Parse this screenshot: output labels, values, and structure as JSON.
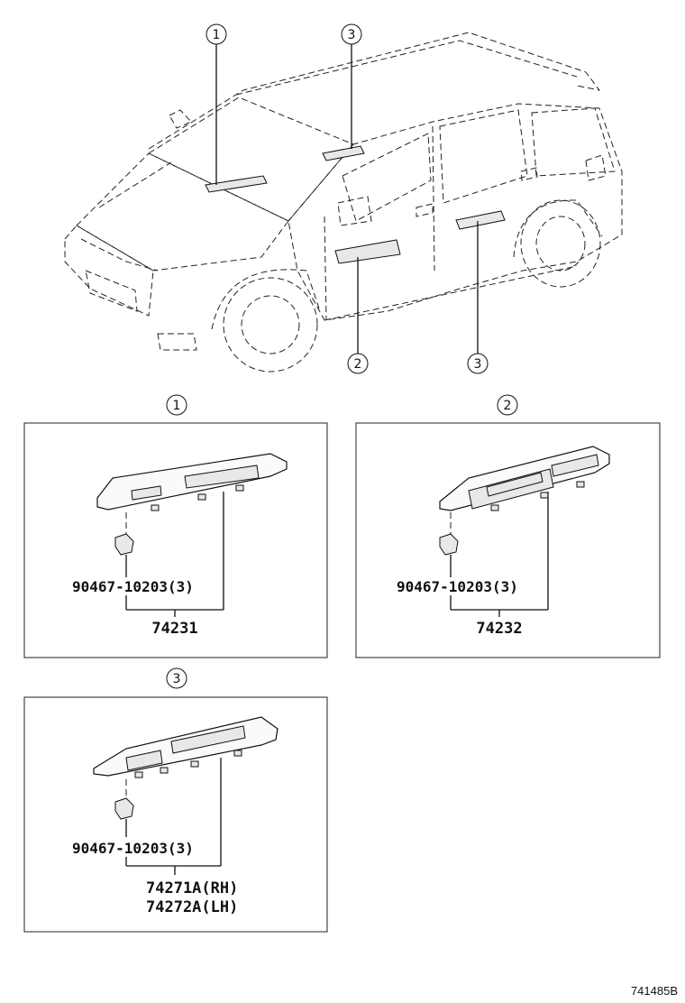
{
  "callouts": {
    "top": [
      "1",
      "3"
    ],
    "bottom": [
      "2",
      "3"
    ]
  },
  "panels": [
    {
      "label": "1",
      "clip_part": "90467-10203(3)",
      "assembly": [
        "74231"
      ]
    },
    {
      "label": "2",
      "clip_part": "90467-10203(3)",
      "assembly": [
        "74232"
      ]
    },
    {
      "label": "3",
      "clip_part": "90467-10203(3)",
      "assembly": [
        "74271A(RH)",
        "74272A(LH)"
      ]
    }
  ],
  "diagram_id": "741485B",
  "colors": {
    "line": "#111111",
    "background": "#ffffff"
  }
}
